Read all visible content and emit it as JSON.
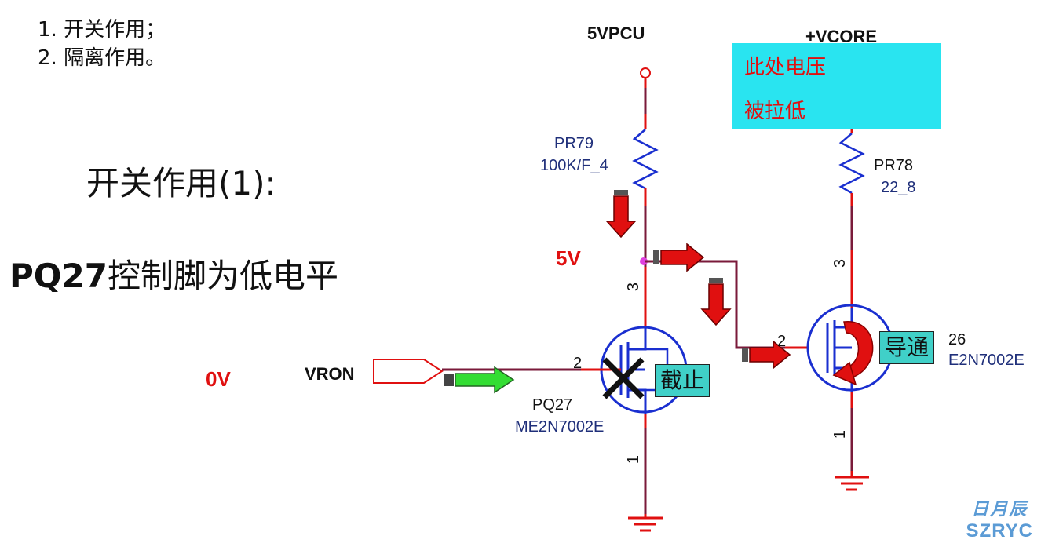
{
  "list": [
    "1. 开关作用；",
    "2. 隔离作用。"
  ],
  "heading_switch": "开关作用(1):",
  "heading_control": {
    "bold": "PQ27",
    "rest": "控制脚为低电平"
  },
  "net_labels": {
    "supply1": "5VPCU",
    "supply2": "+VCORE",
    "signal": "VRON"
  },
  "voltages": {
    "node": "5V",
    "gate": "0V"
  },
  "components": {
    "pr79": {
      "ref": "PR79",
      "value": "100K/F_4"
    },
    "pr78": {
      "ref": "PR78",
      "value": "22_8"
    },
    "pq27": {
      "ref": "PQ27",
      "part": "ME2N7002E"
    },
    "pq26": {
      "ref_partial": "26",
      "part_partial": "E2N7002E"
    }
  },
  "pins": {
    "pq27_drain": "3",
    "pq27_gate": "2",
    "pq27_source": "1",
    "pq26_drain": "3",
    "pq26_gate": "2",
    "pq26_source": "1"
  },
  "callout": {
    "line1": "此处电压",
    "line2": "被拉低"
  },
  "tags": {
    "off": "截止",
    "on": "导通"
  },
  "logo": {
    "cn": "日月辰",
    "en": "SZRYC"
  },
  "colors": {
    "wire": "#7a1a3a",
    "wire_red": "#e01010",
    "mosfet": "#1a2fd0",
    "arrow_red": "#e01010",
    "arrow_green": "#33dd33",
    "callout_bg": "#29e4f0"
  }
}
